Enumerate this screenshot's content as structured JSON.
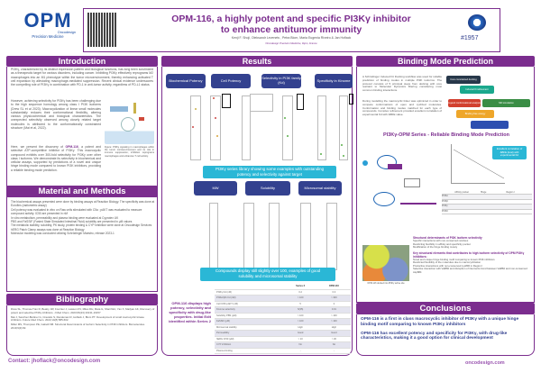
{
  "header": {
    "logo_text": "OPM",
    "logo_sub1": "Oncodesign",
    "logo_sub2": "Precision Medicine",
    "title_line1": "OPM-116, a highly potent and specific PI3Kγ inhibitor",
    "title_line2": "to enhance antitumor immunity",
    "authors": "Kenji F. Shoji, Oleksandr Levenets , Petra Blom, Maria Eugenia Riveiro & Jan Hoflack",
    "affiliation": "Oncodesign Precision Medicine, Dijon, France",
    "poster_number": "#1957"
  },
  "introduction": {
    "title": "Introduction",
    "p1": "PI3Kγ, characterized by its distinct expression pattern and biological functions, has long been scrutinized as a therapeutic target for various disorders, including cancer. Inhibiting PI3Kγ effectively reprograms M2 macrophages into an M1 phenotype within the tumor microenvironment, thereby enhancing activated T cell expansion by alleviating macrophage-mediated suppression. Recent clinical evidence underscores the compelling role of PI3Kγ in combination with PD-1 in anti-tumor activity, regardless of PD-L1 status.",
    "p2": "However, achieving selectivity for PI3Kγ has been challenging due to the high sequence homology among class I PI3K isoforms (Drew SL et al 2023). Macrocyclization of linear small molecules substantially reduces their conformational flexibility, altering various physicochemical and biological characteristics. The unexpected selectivity observed among closely related target molecules is attributed to the conformationally constrained structure (Mai et al, 2022).",
    "p3_pre": "Here, we present the discovery of ",
    "p3_bold": "OPM-116",
    "p3_post": ", a potent and selective ATP-competitive inhibitor of PI3Kγ. This macrocyclic compound exhibits over 300-fold selectivity for PI3Kγ over other class I isoforms. We demonstrate its selectivity in biochemical and cellular assays, supported by predictions of a novel and unique hinge binding mode compared to known PI3K inhibitors, providing a reliable binding mode prediction.",
    "figure_caption": "Figure: PI3Kγ signaling in macrophages within the tumor microenvironment and its role in immune suppression; inhibition reprograms macrophages and enhances T cell activity."
  },
  "methods": {
    "title": "Material and Methods",
    "items": [
      "The biochemical assays presented were done by binding assays at Reaction Biology. The specificity was done at Eurofins (radiometric assay)",
      "Cell potency was evaluated in vitro on Raw cells stimulated with C5a ; pAKT was evaluated to measure compound activity. IC50 are presented in nM",
      "In vitro metabolism, permeability and plasma binding were evaluated at Cyprotex UK",
      "PBS and FaSSIF (Fasted State Simulated Intestinal Fluid) solubility are presented in µM values",
      "The metabolic stability, solubility, PK study, protein binding & CYP inhibition were done at Oncodesign Services",
      "hERG Patch Clamp assays was done at Reaction Biology",
      "Molecular modeling was conducted utilizing Schrödinger Maestro, release 2023-1"
    ]
  },
  "bibliography": {
    "title": "Bibliography",
    "items": [
      "Drew SL, Thomas-Tran R, Beatty JW, Fournier J, Lawson KV, Miles DH, Mata G, Sharif EU, Yan X, Mailyan AK, Discovery of potent and selective PI3Kγ inhibitors. J Med Chem. 2023;66(23):16131-16157",
      "Mai J, Sanchez-Buittner G, Cravatto S, Rendeman R, Hoflack J, Blom PT. Development of small macrocyclic kinase inhibitors. Future Med Chem. 2022;14(8):585-602.",
      "Miller MS, Thompson PE, Gabelli SB. Structural Determinants of Isoform Selectivity in PI3K Inhibitors. Biomolecules. 2019;9(3):82."
    ]
  },
  "contact": "Contact: jhoflack@oncodesign.com",
  "results": {
    "title": "Results",
    "top_pills": [
      "Biochemical Potency",
      "Cell Potency",
      "Selectivity in PI3K family (Kd)",
      "Specificity in Kinome"
    ],
    "banner1": "PI3Kγ series library showing some examples with outstanding potency and selectivity against target",
    "mid_pills": [
      "MW",
      "Solubility",
      "Microsomal stability"
    ],
    "banner2": "Compounds display still slightly over 100, examples of good solubility and microsomal stability",
    "callout": "OPM-116 displays high potency, selectivity and specificity with drug-like properties. Initial Edit identified within Series 2",
    "table": {
      "headers": [
        "",
        "Series 2",
        "OPM-116"
      ],
      "rows": [
        [
          "PI3Kγ Kd (nM)",
          "0.2",
          "0.3"
        ],
        [
          "PI3Kα/β/δ Kd (nM)",
          "> 100",
          "> 300"
        ],
        [
          "Cell IC50 pAKT (nM)",
          "5",
          "3"
        ],
        [
          "Kinome selectivity",
          "S(35)",
          "0.01"
        ],
        [
          "Solubility PBS (µM)",
          "> 100",
          "> 100"
        ],
        [
          "FaSSIF (µM)",
          "> 100",
          "> 100"
        ],
        [
          "Microsomal stability",
          "High",
          "High"
        ],
        [
          "Permeability",
          "Good",
          "Good"
        ],
        [
          "hERG IC50 (µM)",
          "> 10",
          "> 30"
        ],
        [
          "CYP inhibition",
          "No",
          "No"
        ],
        [
          "Plasma binding",
          "-",
          "-"
        ]
      ]
    }
  },
  "binding": {
    "title": "Binding Mode Prediction",
    "p1": "A Schrödinger Induced Fit Docking workflow was used for reliable prediction of binding modes in multiple PI3K isoforms. The protocol consists of 5 principal steps from docking with core restraint to Molecular Dynamics filtering considering most common binding interactions.",
    "p2": "During modelling the macrocyclic linker was optimized in order to compare conformations of open and cyclized molecules. Conformation and binding modes matched for each type of compounds. Complex refinement provided excellent correlation of experimental Kd with ΔBFE value.",
    "flow": [
      "Core constrained docking",
      "Induced fit refinement",
      "Ligand conformational analysis",
      "MD simulation",
      "Binding free energy"
    ],
    "subtitle": "PI3Kγ-OPM Series - Reliable Binding Mode Prediction",
    "correlation_note": "Excellent correlation of ΔBFE (kcal) with experimental Kd",
    "interaction_headers": [
      "",
      "Affinity pocket",
      "Hinge",
      "Region I"
    ],
    "interaction_rows": [
      "PI3Kα",
      "PI3Kβ",
      "PI3Kγ",
      "PI3Kδ"
    ],
    "image_caption": "OPM-116 docked into PI3Kγ active site",
    "struct_title": "Structural determinants of PI3K isoform selectivity",
    "struct_items": [
      "Specific interactions with non-conserved residues",
      "Restricting flexibility in affinity and specificity pocket",
      "Modification of the hinge binding moiety"
    ],
    "key_title": "Key structural elements that contributes to high isoform selectivity of OPM PI3Kγ inhibitors:",
    "key_items": [
      "Novel and unique hinge binding motif comparing to known PI3K inhibitors",
      "Restricted flexibility of the molecules due to macrocyclization",
      "Productive interactions with non-conserved Lys890 in Region I",
      "Selective interaction with Val882 and disruption of internal H-bond between Val882 and non-conserved Asp884"
    ]
  },
  "conclusions": {
    "title": "Conclusions",
    "items": [
      "OPM-116 is a first in class macrocyclic inhibitor of PI3Kγ with a unique hinge binding motif comparing to known PI3Kγ inhibitors",
      "OPM-116 has excellent potency and specificity for PI3Kγ, with drug-like characteristics, making it a good option for clinical development"
    ]
  },
  "footer_url": "oncodesign.com",
  "colors": {
    "primary": "#7b2d8e",
    "navy": "#33418f",
    "cyan": "#2ab7d6",
    "logo_blue": "#1b4ea3"
  }
}
